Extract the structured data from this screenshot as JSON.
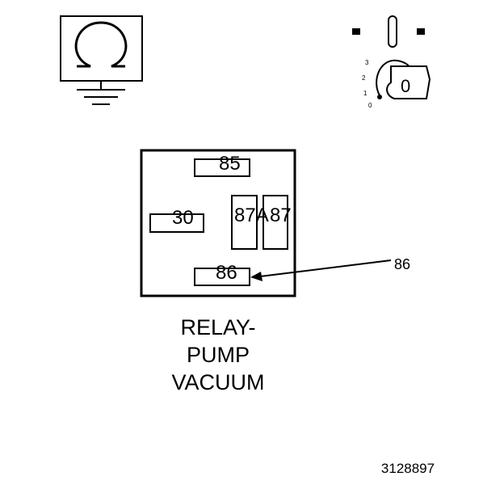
{
  "relay": {
    "pins": {
      "p85": "85",
      "p30": "30",
      "p87a": "87A",
      "p87": "87",
      "p86": "86"
    },
    "callout": "86",
    "title_lines": [
      "RELAY-",
      "PUMP",
      "VACUUM"
    ]
  },
  "ignition": {
    "positions": [
      "3",
      "2",
      "1",
      "0"
    ],
    "key_label": "0"
  },
  "figure_number": "3128897"
}
